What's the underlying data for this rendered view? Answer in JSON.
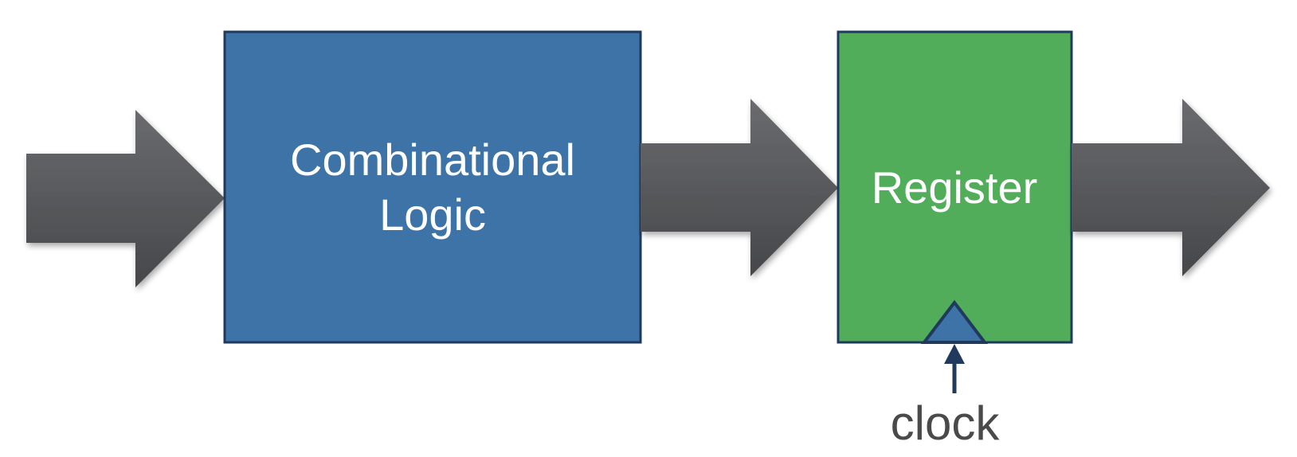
{
  "blocks": {
    "combinational": {
      "line1": "Combinational",
      "line2": "Logic",
      "fill": "#3e73a8",
      "stroke": "#1f3a5c"
    },
    "register": {
      "label": "Register",
      "fill": "#52ad5b",
      "stroke": "#1f3a5c",
      "clock_marker_fill": "#3e73a8"
    }
  },
  "clock": {
    "label": "clock",
    "color": "#1f3a5c"
  },
  "arrows": {
    "color_top": "#6a6b6e",
    "color_bottom": "#47484b",
    "items": [
      "input-arrow",
      "logic-to-register-arrow",
      "output-arrow"
    ]
  }
}
